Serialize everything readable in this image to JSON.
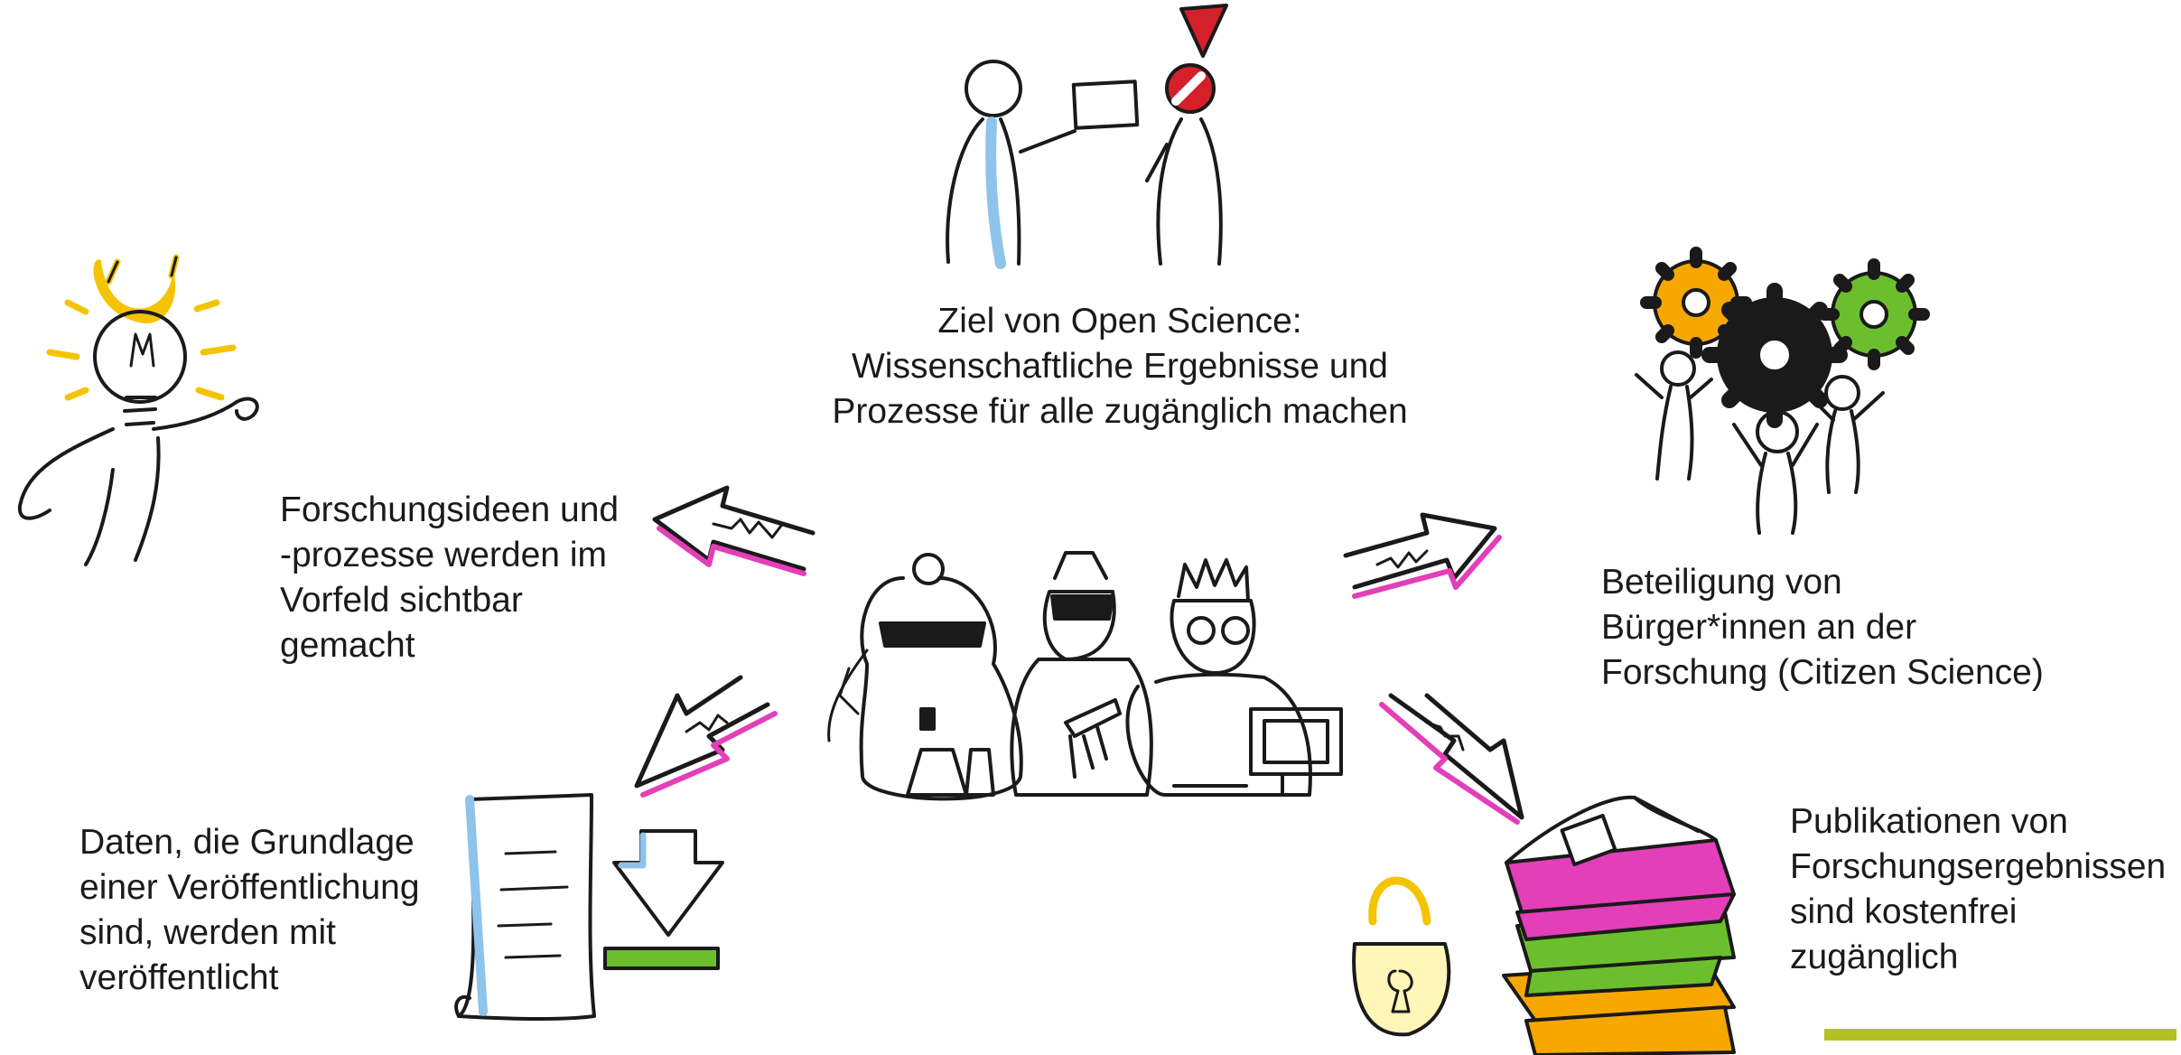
{
  "slide": {
    "goal": {
      "line1": "Ziel von Open Science:",
      "line2": "Wissenschaftliche Ergebnisse und",
      "line3": "Prozesse für alle zugänglich machen"
    },
    "ideas": {
      "line1": "Forschungsideen und",
      "line2": "-prozesse werden im",
      "line3": "Vorfeld sichtbar",
      "line4": "gemacht"
    },
    "citizen": {
      "line1": "Beteiligung von",
      "line2": "Bürger*innen an der",
      "line3": "Forschung (Citizen Science)"
    },
    "data": {
      "line1": "Daten, die Grundlage",
      "line2": "einer Veröffentlichung",
      "line3": "sind, werden mit",
      "line4": "veröffentlicht"
    },
    "publications": {
      "line1": "Publikationen von",
      "line2": "Forschungsergebnissen",
      "line3": "sind kostenfrei",
      "line4": "zugänglich"
    }
  },
  "colors": {
    "ink": "#1a1a1a",
    "yellow": "#f5c400",
    "red": "#d4202a",
    "blue": "#8ec3ec",
    "green": "#6cbf2c",
    "magenta": "#e23fb8",
    "orange": "#f6a800",
    "accent_bar": "#b2c224"
  }
}
